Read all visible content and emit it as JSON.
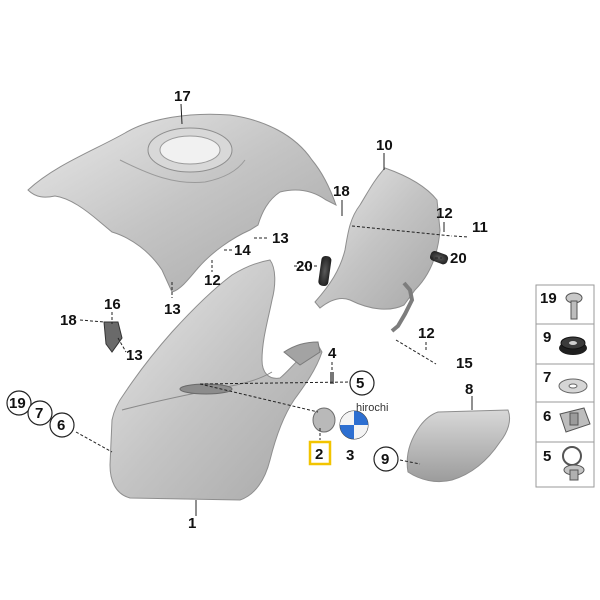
{
  "diagram": {
    "callouts": {
      "c1": "1",
      "c2": "2",
      "c3": "3",
      "c4": "4",
      "c5": "5",
      "c6": "6",
      "c7": "7",
      "c8": "8",
      "c9": "9",
      "c10": "10",
      "c11": "11",
      "c12a": "12",
      "c12b": "12",
      "c12c": "12",
      "c13a": "13",
      "c13b": "13",
      "c13c": "13",
      "c14": "14",
      "c15": "15",
      "c16": "16",
      "c17": "17",
      "c18a": "18",
      "c18b": "18",
      "c19": "19",
      "c20a": "20",
      "c20b": "20"
    },
    "legend": {
      "r19": "19",
      "r9": "9",
      "r7": "7",
      "r6": "6",
      "r5": "5"
    },
    "watermark": "hirochi",
    "highlight_color": "#f2c400"
  }
}
